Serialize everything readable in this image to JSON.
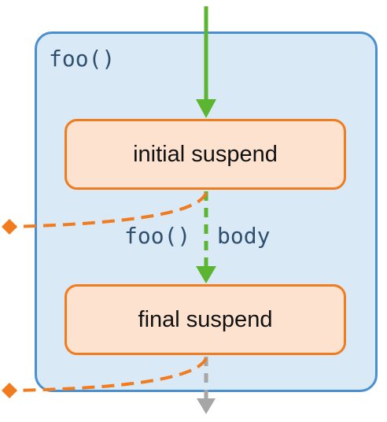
{
  "diagram": {
    "function_label": "foo()",
    "body_label": "foo()  body",
    "stages": [
      {
        "label": "initial suspend"
      },
      {
        "label": "final suspend"
      }
    ]
  },
  "colors": {
    "container_fill": "#d9e9f6",
    "container_border": "#4a90d0",
    "stage_fill": "#fde2cf",
    "stage_border": "#f07c1f",
    "entry_arrow": "#5cb531",
    "suspend_path": "#f07c1f",
    "exit_arrow": "#a6a6a6",
    "label_text": "#2f4f6f"
  }
}
